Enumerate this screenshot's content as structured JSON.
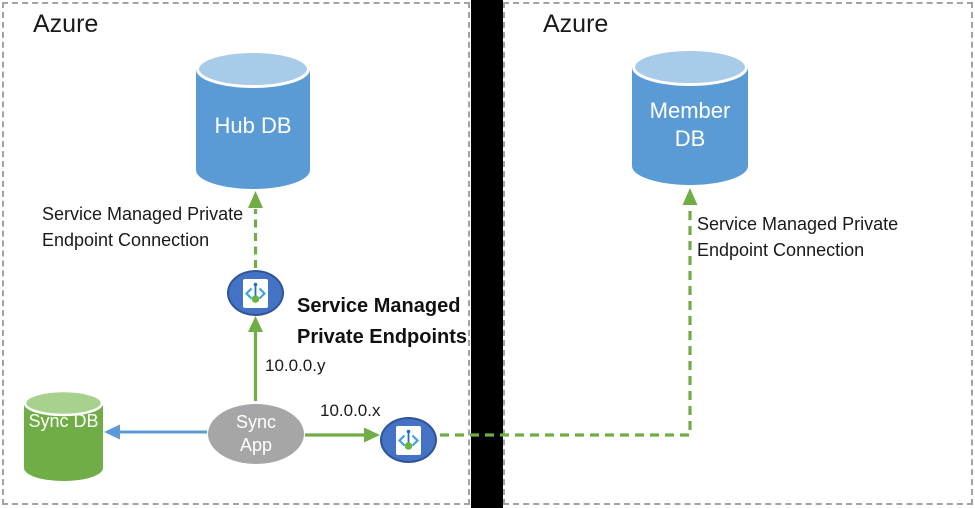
{
  "diagram": {
    "zones": {
      "left": {
        "title": "Azure"
      },
      "right": {
        "title": "Azure"
      }
    },
    "nodes": {
      "hub_db": {
        "label": "Hub DB",
        "color": "#5b9bd5"
      },
      "member_db": {
        "label": "Member DB",
        "color": "#5b9bd5"
      },
      "sync_db": {
        "label": "Sync DB",
        "color": "#70ad47"
      },
      "sync_app": {
        "label": "Sync App",
        "color": "#a6a6a6"
      },
      "private_endpoint_y": {
        "icon": "private-endpoint-icon"
      },
      "private_endpoint_x": {
        "icon": "private-endpoint-icon"
      }
    },
    "labels": {
      "left_connection": "Service Managed Private Endpoint Connection",
      "right_connection": "Service Managed Private Endpoint Connection",
      "endpoints_title": "Service Managed Private Endpoints",
      "ip_y": "10.0.0.y",
      "ip_x": "10.0.0.x"
    },
    "colors": {
      "arrow_green": "#70ad47",
      "arrow_blue": "#5b9bd5",
      "cylinder_blue": "#5b9bd5",
      "cylinder_blue_top": "#a8cbe9",
      "cylinder_green": "#70ad47",
      "cylinder_green_top": "#a9d18e",
      "endpoint_fill": "#4472c4",
      "endpoint_border": "#2f5597",
      "divider": "#000000",
      "zone_border": "#a3a3a3"
    }
  }
}
